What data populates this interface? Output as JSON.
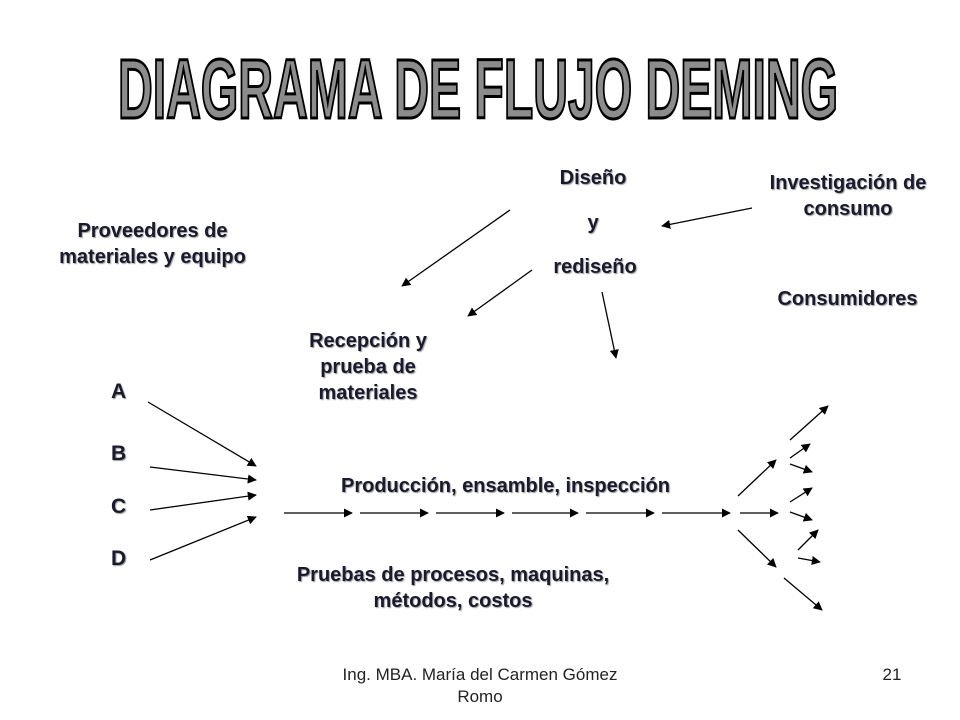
{
  "slide": {
    "title": "DIAGRAMA DE FLUJO DEMING",
    "footer_author": "Ing. MBA. María del Carmen Gómez Romo",
    "page_number": "21"
  },
  "nodes": {
    "diseno": "Diseño",
    "y": "y",
    "rediseno": "rediseño",
    "investigacion": "Investigación de consumo",
    "proveedores": "Proveedores de materiales y equipo",
    "consumidores": "Consumidores",
    "recepcion": "Recepción y prueba de materiales",
    "produccion": "Producción, ensamble, inspección",
    "pruebas": "Pruebas de procesos, maquinas, métodos, costos"
  },
  "suppliers": [
    "A",
    "B",
    "C",
    "D"
  ]
}
